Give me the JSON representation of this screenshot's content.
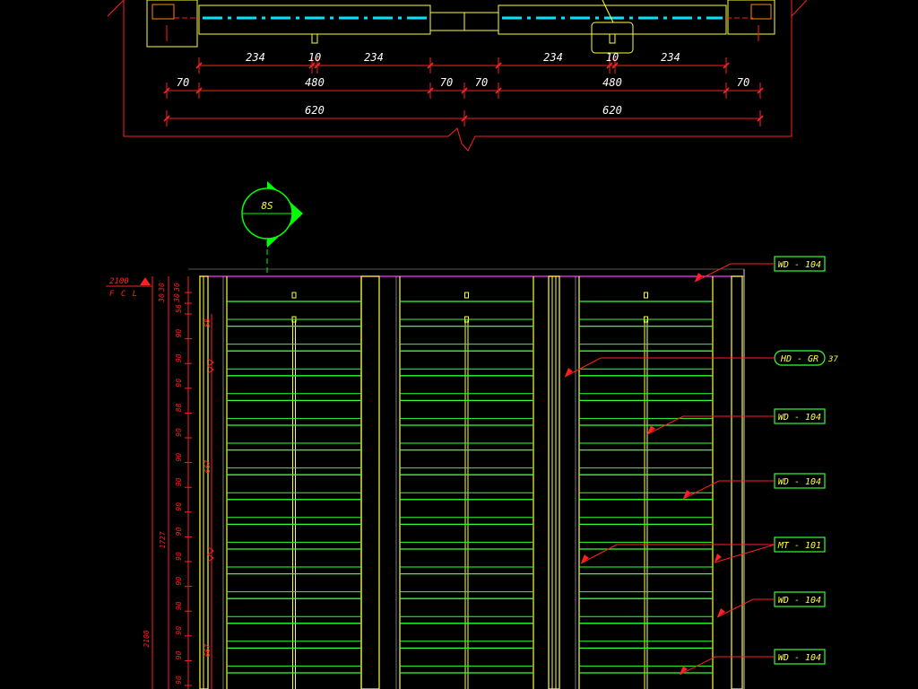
{
  "plan": {
    "dims_row1": [
      "234",
      "10",
      "234",
      "234",
      "10",
      "234"
    ],
    "dims_row2": [
      "70",
      "480",
      "70",
      "70",
      "480",
      "70"
    ],
    "dims_row3": [
      "620",
      "620"
    ]
  },
  "section_marker": {
    "label": "8S"
  },
  "level": {
    "value": "2100",
    "label": "F C L"
  },
  "vertical_dims": {
    "overall_1": "1727",
    "overall_2": "2100",
    "inner_1": "667",
    "inner_2": "667",
    "spacing": [
      "30",
      "30",
      "56",
      "90",
      "90",
      "90",
      "88",
      "90",
      "90",
      "90",
      "90",
      "90",
      "90",
      "90",
      "90",
      "90",
      "90",
      "90"
    ],
    "first_spacing_inner": "58"
  },
  "callouts": [
    {
      "label": "WD - 104"
    },
    {
      "label": "HD - GR",
      "suffix": "37"
    },
    {
      "label": "WD - 104"
    },
    {
      "label": "WD - 104"
    },
    {
      "label": "MT - 101"
    },
    {
      "label": "WD - 104"
    },
    {
      "label": "WD - 104"
    }
  ],
  "colors": {
    "background": "#000000",
    "dimension": "#ff2020",
    "frame": "#ffff33",
    "louver": "#33ff33",
    "glass": "#00e5ff",
    "ceiling": "#ff33ff",
    "marker": "#00ff00",
    "outline": "#cccccc"
  }
}
